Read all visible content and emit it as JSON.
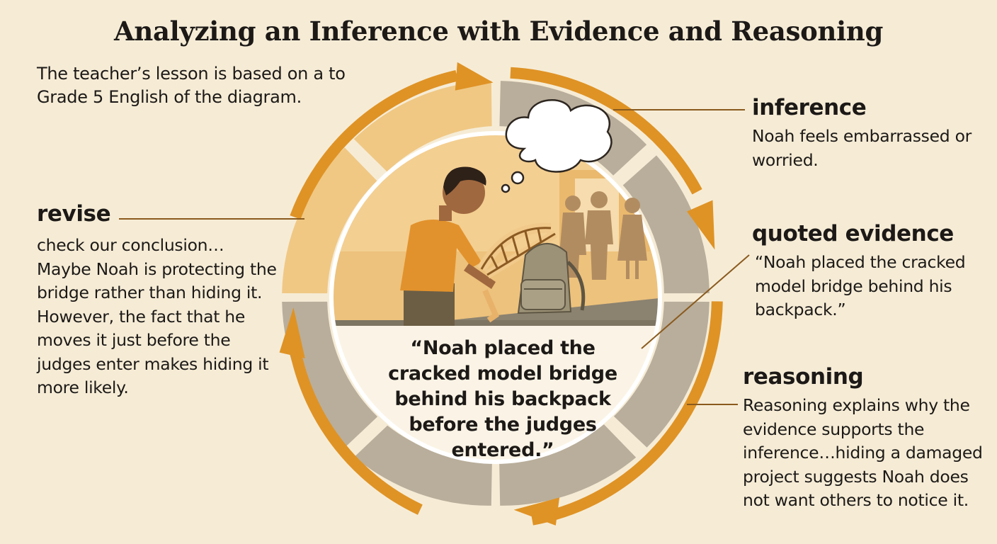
{
  "title": "Analyzing an Inference with Evidence and Reasoning",
  "intro": "The teacher’s lesson is based on a to Grade 5 English of the diagram.",
  "revise": {
    "heading": "revise",
    "body": "check our conclusion… Maybe Noah is protecting the bridge rather than hiding it. However, the fact that he moves it just before the judges enter makes hiding it more likely."
  },
  "inference": {
    "heading": "inference",
    "body": "Noah feels embarrassed or worried."
  },
  "quoted_evidence": {
    "heading": "quoted evidence",
    "body": "“Noah placed the cracked model bridge behind his backpack.”"
  },
  "reasoning": {
    "heading": "reasoning",
    "body": "Reasoning explains why the evidence supports the inference…hiding a damaged project suggests Noah does not want others to notice it."
  },
  "center_quote": "“Noah placed the cracked model bridge behind his backpack before the judges entered.”",
  "colors": {
    "background": "#f6ecd6",
    "arrow_orange": "#df9325",
    "segment_gray": "#b9ae9b",
    "segment_peach": "#f0c884",
    "connector": "#8a5a1e"
  },
  "icons": [
    "cycle-arrows-icon",
    "thought-bubble-icon",
    "student-figure-icon",
    "backpack-icon",
    "bridge-model-icon",
    "judges-silhouette-icon"
  ]
}
